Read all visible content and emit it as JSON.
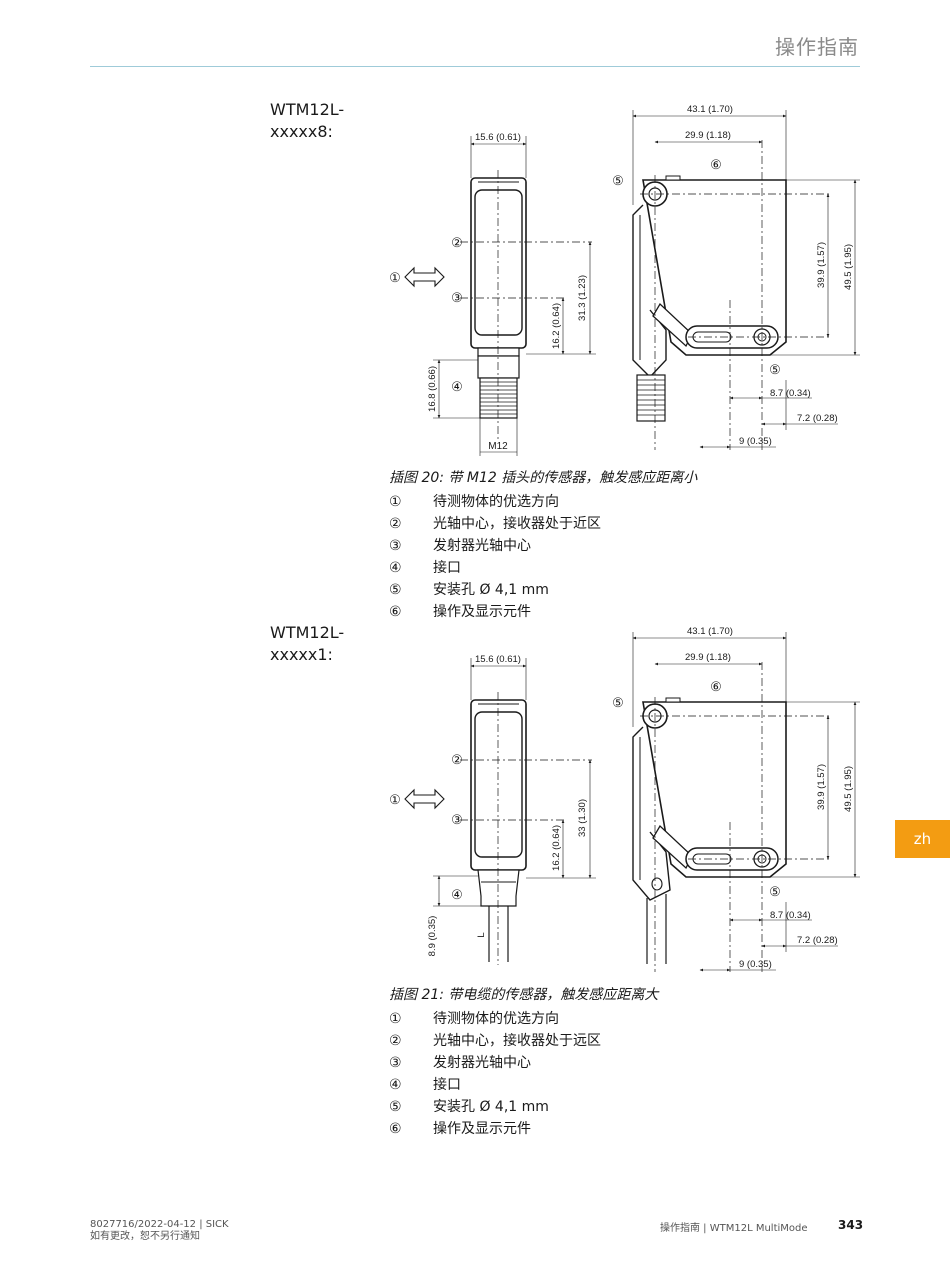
{
  "header": {
    "title": "操作指南"
  },
  "sections": [
    {
      "label_line1": "WTM12L-",
      "label_line2": "xxxxx8:",
      "caption": "插图 20: 带 M12 插头的传感器，触发感应距离小",
      "dims": {
        "w_front": "15.6 (0.61)",
        "w_side_total": "43.1 (1.70)",
        "w_side_inner": "29.9 (1.18)",
        "h_total": "49.5 (1.95)",
        "h_inner": "39.9 (1.57)",
        "h_axis": "31.3 (1.23)",
        "h_emitter": "16.2 (0.64)",
        "h_connector": "16.8 (0.66)",
        "d_87": "8.7 (0.34)",
        "d_72": "7.2 (0.28)",
        "d_9": "9 (0.35)",
        "connector": "M12"
      },
      "legend": [
        {
          "num": "①",
          "text": "待测物体的优选方向"
        },
        {
          "num": "②",
          "text": "光轴中心，接收器处于近区"
        },
        {
          "num": "③",
          "text": "发射器光轴中心"
        },
        {
          "num": "④",
          "text": "接口"
        },
        {
          "num": "⑤",
          "text": "安装孔 Ø 4,1 mm"
        },
        {
          "num": "⑥",
          "text": "操作及显示元件"
        }
      ]
    },
    {
      "label_line1": "WTM12L-",
      "label_line2": "xxxxx1:",
      "caption": "插图 21: 带电缆的传感器，触发感应距离大",
      "dims": {
        "w_front": "15.6 (0.61)",
        "w_side_total": "43.1 (1.70)",
        "w_side_inner": "29.9 (1.18)",
        "h_total": "49.5 (1.95)",
        "h_inner": "39.9 (1.57)",
        "h_axis": "33 (1.30)",
        "h_emitter": "16.2 (0.64)",
        "h_connector": "8.9 (0.35)",
        "d_87": "8.7 (0.34)",
        "d_72": "7.2 (0.28)",
        "d_9": "9 (0.35)",
        "cable": "L"
      },
      "legend": [
        {
          "num": "①",
          "text": "待测物体的优选方向"
        },
        {
          "num": "②",
          "text": "光轴中心，接收器处于远区"
        },
        {
          "num": "③",
          "text": "发射器光轴中心"
        },
        {
          "num": "④",
          "text": "接口"
        },
        {
          "num": "⑤",
          "text": "安装孔 Ø 4,1 mm"
        },
        {
          "num": "⑥",
          "text": "操作及显示元件"
        }
      ]
    }
  ],
  "callouts": {
    "c1": "①",
    "c2": "②",
    "c3": "③",
    "c4": "④",
    "c5": "⑤",
    "c6": "⑥"
  },
  "side_tab": "zh",
  "footer": {
    "doc": "8027716/2022-04-12 | SICK",
    "notice": "如有更改，恕不另行通知",
    "title": "操作指南 | WTM12L MultiMode",
    "page": "343"
  }
}
